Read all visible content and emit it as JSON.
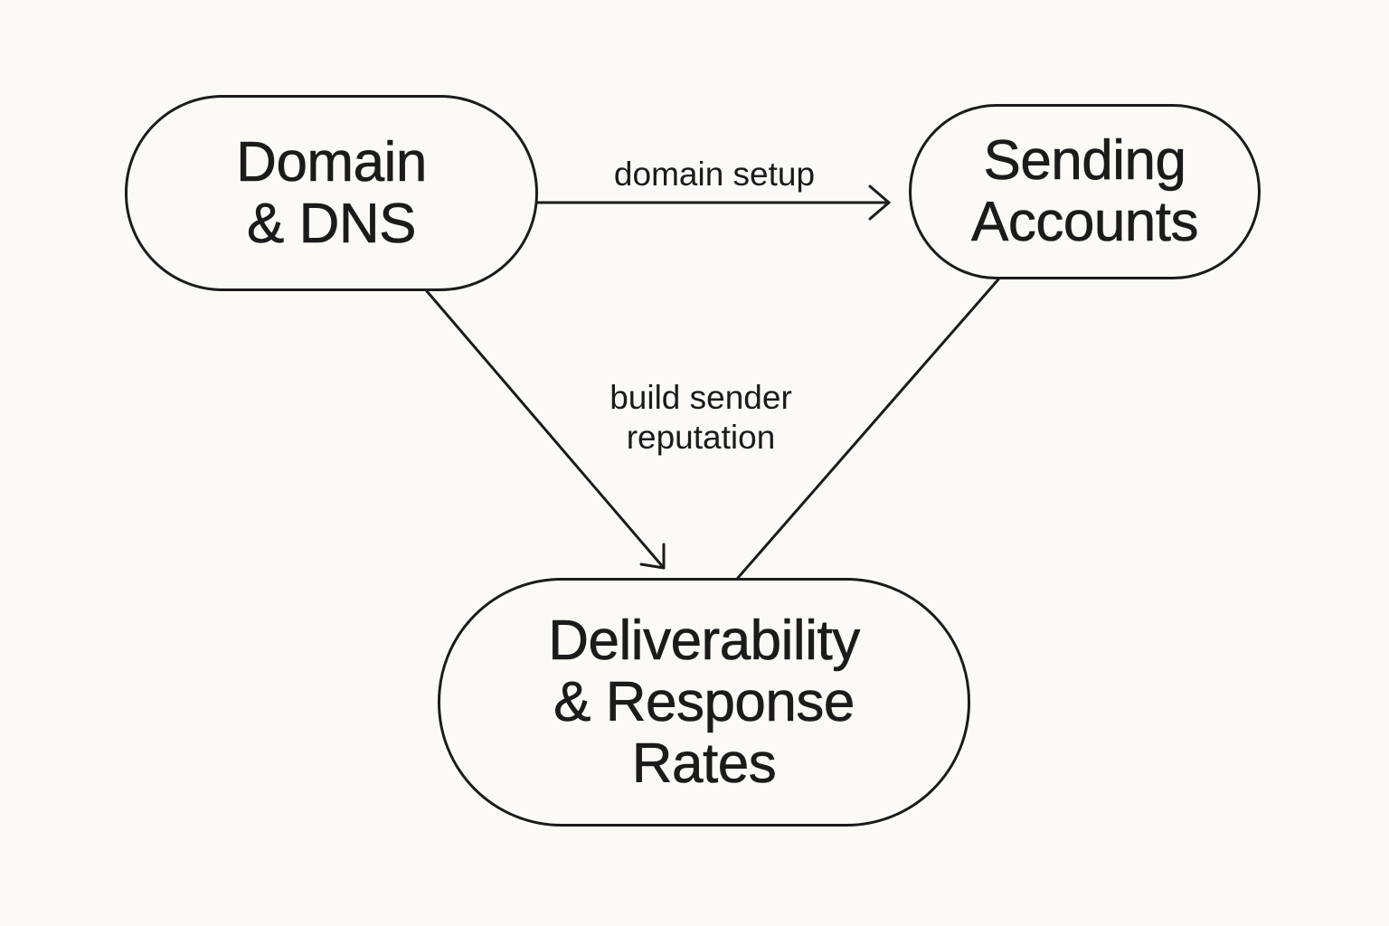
{
  "diagram": {
    "nodes": {
      "domain_dns": {
        "lines": [
          "Domain",
          "& DNS"
        ]
      },
      "sending_accounts": {
        "lines": [
          "Sending",
          "Accounts"
        ]
      },
      "deliverability": {
        "lines": [
          "Deliverability",
          "& Response",
          "Rates"
        ]
      }
    },
    "edges": [
      {
        "from": "domain_dns",
        "to": "sending_accounts",
        "label": "domain setup",
        "arrow": true
      },
      {
        "from": "domain_dns",
        "to": "deliverability",
        "label_lines": [
          "build sender",
          "reputation"
        ],
        "arrow": true
      },
      {
        "from": "sending_accounts",
        "to": "deliverability",
        "arrow": false
      }
    ],
    "colors": {
      "background": "#fbfaf7",
      "stroke": "#1b1b1b"
    }
  }
}
